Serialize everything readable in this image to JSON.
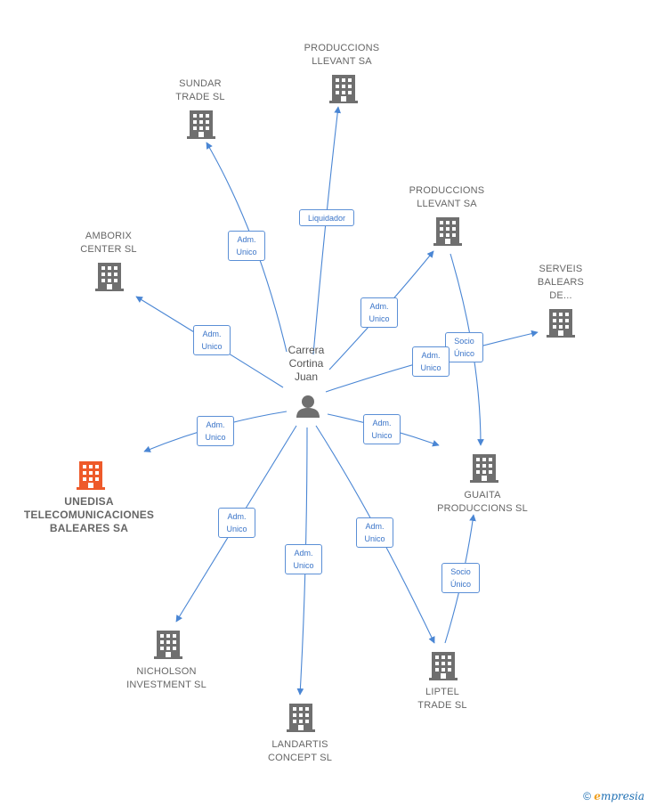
{
  "colors": {
    "edge": "#4a86d4",
    "building": "#6f6f6f",
    "highlight": "#ee5a2a",
    "person": "#6f6f6f"
  },
  "center": {
    "label": "Carrera\nCortina\nJuan",
    "icon": "person-icon"
  },
  "nodes": [
    {
      "id": "producciones-top",
      "label": "PRODUCCIONS\nLLEVANT SA",
      "icon": "building-icon",
      "highlight": false
    },
    {
      "id": "sundar",
      "label": "SUNDAR\nTRADE  SL",
      "icon": "building-icon",
      "highlight": false
    },
    {
      "id": "producciones-right",
      "label": "PRODUCCIONS\nLLEVANT SA",
      "icon": "building-icon",
      "highlight": false
    },
    {
      "id": "amborix",
      "label": "AMBORIX\nCENTER SL",
      "icon": "building-icon",
      "highlight": false
    },
    {
      "id": "serveis",
      "label": "SERVEIS\nBALEARS\nDE...",
      "icon": "building-icon",
      "highlight": false
    },
    {
      "id": "unedisa",
      "label": "UNEDISA\nTELECOMUNICACIONES\nBALEARES SA",
      "icon": "building-icon",
      "highlight": true
    },
    {
      "id": "guaita",
      "label": "GUAITA\nPRODUCCIONS SL",
      "icon": "building-icon",
      "highlight": false
    },
    {
      "id": "nicholson",
      "label": "NICHOLSON\nINVESTMENT SL",
      "icon": "building-icon",
      "highlight": false
    },
    {
      "id": "landartis",
      "label": "LANDARTIS\nCONCEPT SL",
      "icon": "building-icon",
      "highlight": false
    },
    {
      "id": "liptel",
      "label": "LIPTEL\nTRADE SL",
      "icon": "building-icon",
      "highlight": false
    }
  ],
  "edge_labels": [
    {
      "id": "el-liquidador",
      "text": "Liquidador"
    },
    {
      "id": "el-sundar",
      "text": "Adm.\nUnico"
    },
    {
      "id": "el-prod-right",
      "text": "Adm.\nUnico"
    },
    {
      "id": "el-amborix",
      "text": "Adm.\nUnico"
    },
    {
      "id": "el-socio-prod",
      "text": "Socio\nÚnico"
    },
    {
      "id": "el-serveis",
      "text": "Adm.\nUnico"
    },
    {
      "id": "el-unedisa",
      "text": "Adm.\nUnico"
    },
    {
      "id": "el-guaita",
      "text": "Adm.\nUnico"
    },
    {
      "id": "el-nicholson",
      "text": "Adm.\nUnico"
    },
    {
      "id": "el-landartis",
      "text": "Adm.\nUnico"
    },
    {
      "id": "el-liptel",
      "text": "Adm.\nUnico"
    },
    {
      "id": "el-socio-liptel",
      "text": "Socio\nÚnico"
    }
  ],
  "footer": {
    "copyright": "©",
    "brand_e": "e",
    "brand_rest": "mpresia"
  }
}
